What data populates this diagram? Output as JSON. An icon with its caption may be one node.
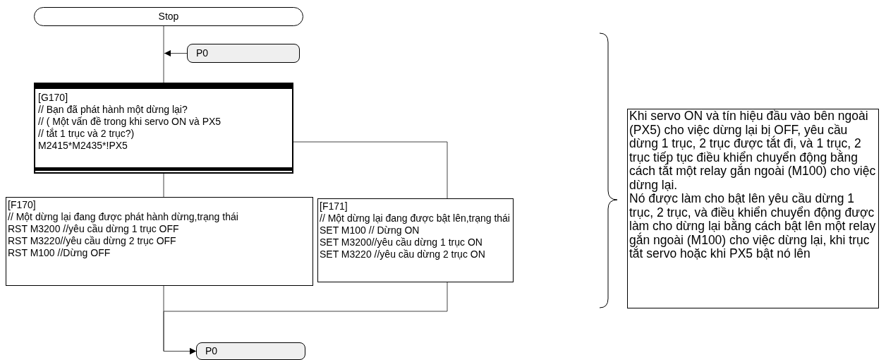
{
  "diagram": {
    "nodes": [
      {
        "text": [
          "Stop"
        ]
      },
      {
        "text": [
          "P0"
        ]
      },
      {
        "text": [
          "[G170]",
          "// Bạn đã phát hành một dừng lại?",
          "// ( Một vấn đề trong khi servo ON và PX5",
          "// tắt 1 trục và 2 trục?)",
          "M2415*M2435*!PX5"
        ]
      },
      {
        "text": [
          "[F170]",
          "// Một dừng lại đang được phát hành dừng,trạng thái",
          "RST M3200 //yêu cầu dừng 1 trục OFF",
          "RST M3220//yêu cầu dừng 2 trục OFF",
          "RST M100 //Dừng OFF"
        ]
      },
      {
        "text": [
          "[F171]",
          "// Một dừng lại đang được bật lên,trạng thái",
          "SET M100 // Dừng ON",
          "SET M3200//yêu cầu dừng 1 trục ON",
          "SET M3220 //yêu cầu dừng 2 trục ON"
        ]
      },
      {
        "text": [
          "P0"
        ]
      },
      {
        "text": [
          "Khi servo ON và tín hiệu đầu vào bên ngoài (PX5) cho việc dừng lại bị OFF, yêu cầu dừng 1 trục, 2 trục được tắt đi, và 1 trục, 2 trục tiếp tục điều khiển chuyển động bằng cách tắt một relay gắn ngoài (M100) cho việc dừng lại.",
          "Nó được làm cho bật lên yêu cầu dừng 1 trục, 2 trục, và điều khiển chuyển động được làm cho dừng lại bằng cách bật lên một relay gắn ngoài (M100) cho việc dừng lại, khi trục tắt servo hoặc khi PX5 bật nó lên"
        ]
      }
    ],
    "edges": [
      {
        "from": 0,
        "to": 2,
        "arrow": "none"
      },
      {
        "from": 1,
        "to": null,
        "arrow": "to"
      },
      {
        "from": 2,
        "to": 3,
        "arrow": "none"
      },
      {
        "from": 2,
        "to": 4,
        "arrow": "none"
      },
      {
        "from": 3,
        "to": 5,
        "arrow": "to"
      },
      {
        "from": 4,
        "to": 5,
        "arrow": "to"
      }
    ]
  }
}
